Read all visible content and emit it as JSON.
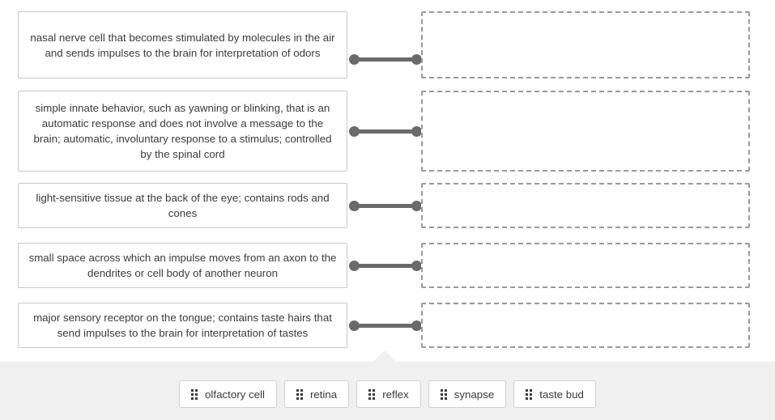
{
  "activity": {
    "type": "drag-and-drop-matching",
    "pairs": [
      {
        "prompt": "nasal nerve cell that becomes stimulated by molecules in the air and sends impulses to the brain for interpretation of odors",
        "answer": ""
      },
      {
        "prompt": "simple innate behavior, such as yawning or blinking, that is an automatic response and does not involve a message to the brain; automatic, involuntary response to a stimulus; controlled by the spinal cord",
        "answer": ""
      },
      {
        "prompt": "light-sensitive tissue at the back of the eye; contains rods and cones",
        "answer": ""
      },
      {
        "prompt": "small space across which an impulse moves from an axon to the dendrites or cell body of another neuron",
        "answer": ""
      },
      {
        "prompt": "major sensory receptor on the tongue; contains taste hairs that send impulses to the brain for interpretation of tastes",
        "answer": ""
      }
    ]
  },
  "answer_bank": {
    "tiles": [
      {
        "label": "olfactory cell",
        "handle_icon": "drag-handle-icon"
      },
      {
        "label": "retina",
        "handle_icon": "drag-handle-icon"
      },
      {
        "label": "reflex",
        "handle_icon": "drag-handle-icon"
      },
      {
        "label": "synapse",
        "handle_icon": "drag-handle-icon"
      },
      {
        "label": "taste bud",
        "handle_icon": "drag-handle-icon"
      }
    ]
  },
  "colors": {
    "page_background": "#ffffff",
    "bank_background": "#f0f0f0",
    "prompt_border": "#c9c9c9",
    "dropzone_border": "#9a9a9a",
    "connector": "#6a6a6a",
    "text": "#3b3b3b"
  }
}
